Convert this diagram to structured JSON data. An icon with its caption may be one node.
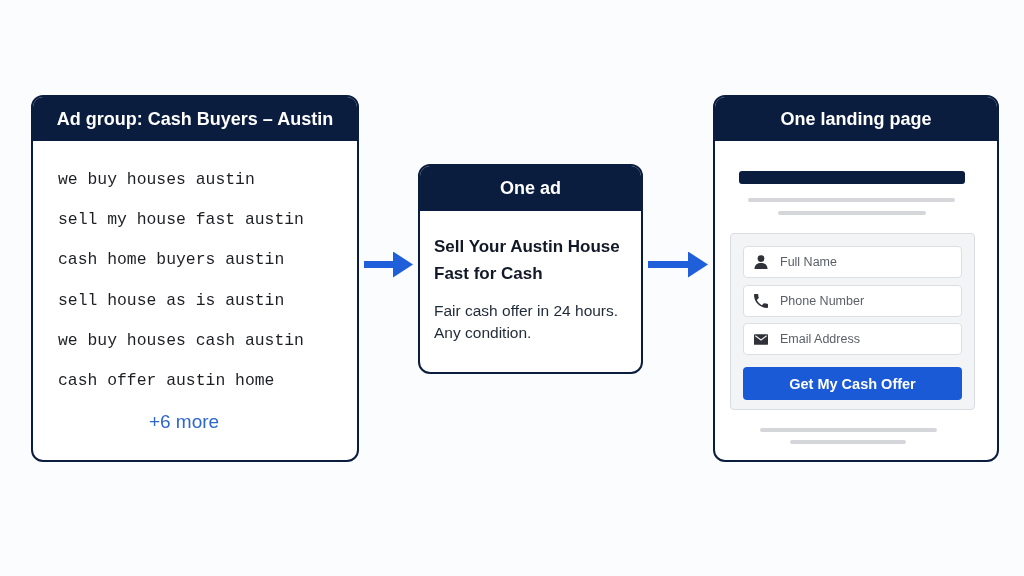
{
  "diagram": {
    "nodes": [
      {
        "text": [
          "Ad group: Cash Buyers – Austin",
          "we buy houses austin",
          "sell my house fast austin",
          "cash home buyers austin",
          "sell house as is austin",
          "we buy houses cash austin",
          "cash offer austin home",
          "+6 more"
        ]
      },
      {
        "text": [
          "One ad",
          "Sell Your Austin House Fast for Cash",
          "Fair cash offer in 24 hours. Any condition."
        ]
      },
      {
        "text": [
          "One landing page"
        ]
      },
      {
        "text": [
          "Full Name"
        ],
        "in": 2
      },
      {
        "text": [
          "Phone Number"
        ],
        "in": 2
      },
      {
        "text": [
          "Email Address"
        ],
        "in": 2
      },
      {
        "text": [
          "Get My Cash Offer"
        ],
        "in": 2
      }
    ],
    "edges": [
      {
        "from": 0,
        "to": 1,
        "arrow": "to"
      },
      {
        "from": 1,
        "to": 2,
        "arrow": "to"
      }
    ]
  }
}
